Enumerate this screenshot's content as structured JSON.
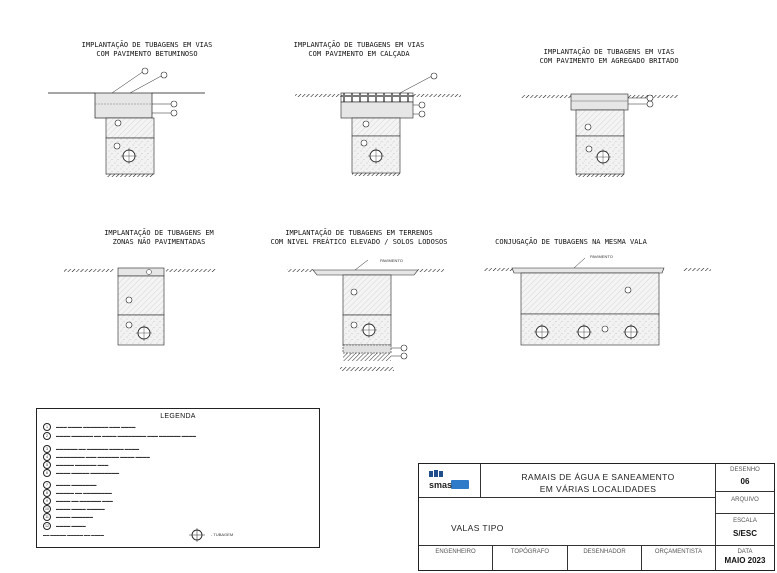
{
  "drawings": {
    "d1_title": [
      "IMPLANTAÇÃO DE TUBAGENS EM VIAS",
      "COM PAVIMENTO BETUMINOSO"
    ],
    "d2_title": [
      "IMPLANTAÇÃO DE TUBAGENS EM VIAS",
      "COM PAVIMENTO EM CALÇADA"
    ],
    "d3_title": [
      "IMPLANTAÇÃO DE TUBAGENS EM VIAS",
      "COM PAVIMENTO EM AGREGADO BRITADO"
    ],
    "d4_title": [
      "IMPLANTAÇÃO DE TUBAGENS EM",
      "ZONAS NÃO PAVIMENTADAS"
    ],
    "d5_title": [
      "IMPLANTAÇÃO DE TUBAGENS EM TERRENOS",
      "COM NIVEL FREÁTICO ELEVADO / SOLOS LODOSOS"
    ],
    "d6_title": [
      "CONJUGAÇÃO DE TUBAGENS NA MESMA VALA"
    ],
    "pavimento_label": "PAVIMENTO"
  },
  "legend": {
    "title": "LEGENDA",
    "tubagem_label": "- TUBAGEM"
  },
  "title_block": {
    "logo_text": "smas",
    "project": [
      "RAMAIS DE ÁGUA E SANEAMENTO",
      "EM VÁRIAS LOCALIDADES"
    ],
    "subject": "VALAS TIPO",
    "desenho_label": "DESENHO",
    "desenho_value": "06",
    "arquivo_label": "ARQUIVO",
    "escala_label": "ESCALA",
    "escala_value": "S/ESC",
    "data_label": "DATA",
    "data_value": "MAIO 2023",
    "roles": [
      "ENGENHEIRO",
      "TOPÓGRAFO",
      "DESENHADOR",
      "ORÇAMENTISTA"
    ]
  },
  "colors": {
    "line": "#222222",
    "fill_light": "#eeeeee",
    "fill_mid": "#dddddd",
    "fill_dark": "#cccccc",
    "ground": "#111111"
  }
}
